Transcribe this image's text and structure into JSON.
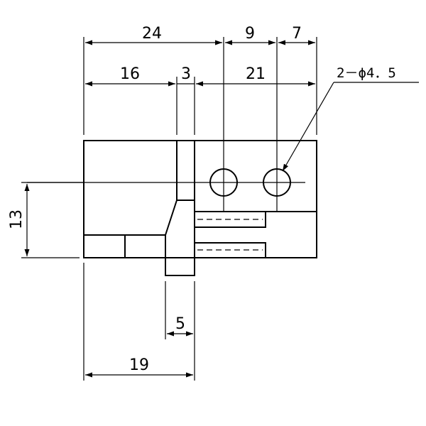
{
  "drawing": {
    "dimensions": {
      "d24": "24",
      "d9": "9",
      "d7": "7",
      "d16": "16",
      "d3": "3",
      "d21": "21",
      "d13": "13",
      "d5": "5",
      "d19": "19"
    },
    "hole_note": "2－ϕ4．5"
  }
}
